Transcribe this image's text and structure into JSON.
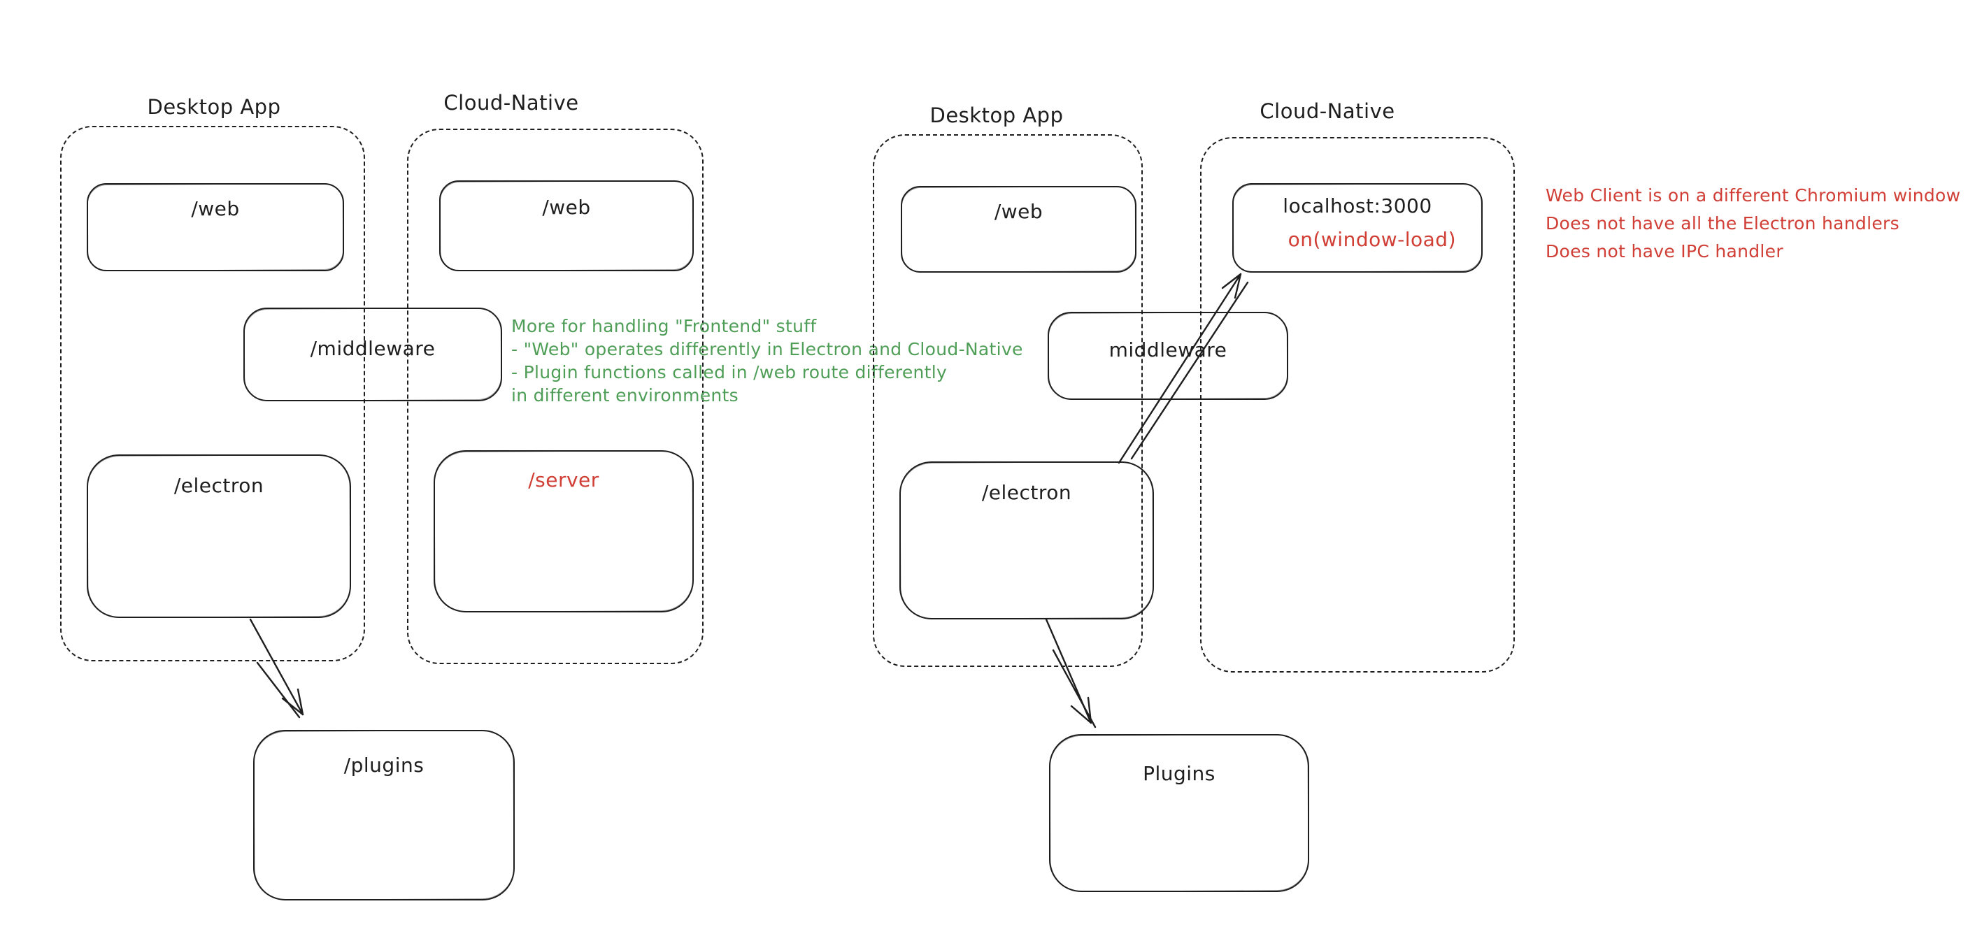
{
  "canvas": {
    "background": "#ffffff",
    "ink_color": "#1e1e1e",
    "green_color": "#4f9e57",
    "red_color": "#d13e35"
  },
  "left_group": {
    "desktop_container_label": "Desktop App",
    "cloud_container_label": "Cloud-Native",
    "desktop_web_box": "/web",
    "cloud_web_box": "/web",
    "middleware_box": "/middleware",
    "desktop_electron_box": "/electron",
    "cloud_server_box": "/server",
    "plugins_box": "/plugins"
  },
  "right_group": {
    "desktop_container_label": "Desktop App",
    "cloud_container_label": "Cloud-Native",
    "desktop_web_box": "/web",
    "localhost_box": "localhost:3000",
    "localhost_handler": "on(window-load)",
    "middleware_box": "middleware",
    "desktop_electron_box": "/electron",
    "plugins_box": "Plugins"
  },
  "green_note": {
    "color": "#4f9e57",
    "lines": [
      "More for handling \"Frontend\" stuff",
      "- \"Web\" operates differently in Electron and Cloud-Native",
      "- Plugin functions called in /web route differently",
      "in different environments"
    ]
  },
  "red_note": {
    "color": "#d13e35",
    "lines": [
      "Web Client is on a different Chromium window",
      "Does not have all the Electron handlers",
      "Does not have IPC handler"
    ]
  }
}
